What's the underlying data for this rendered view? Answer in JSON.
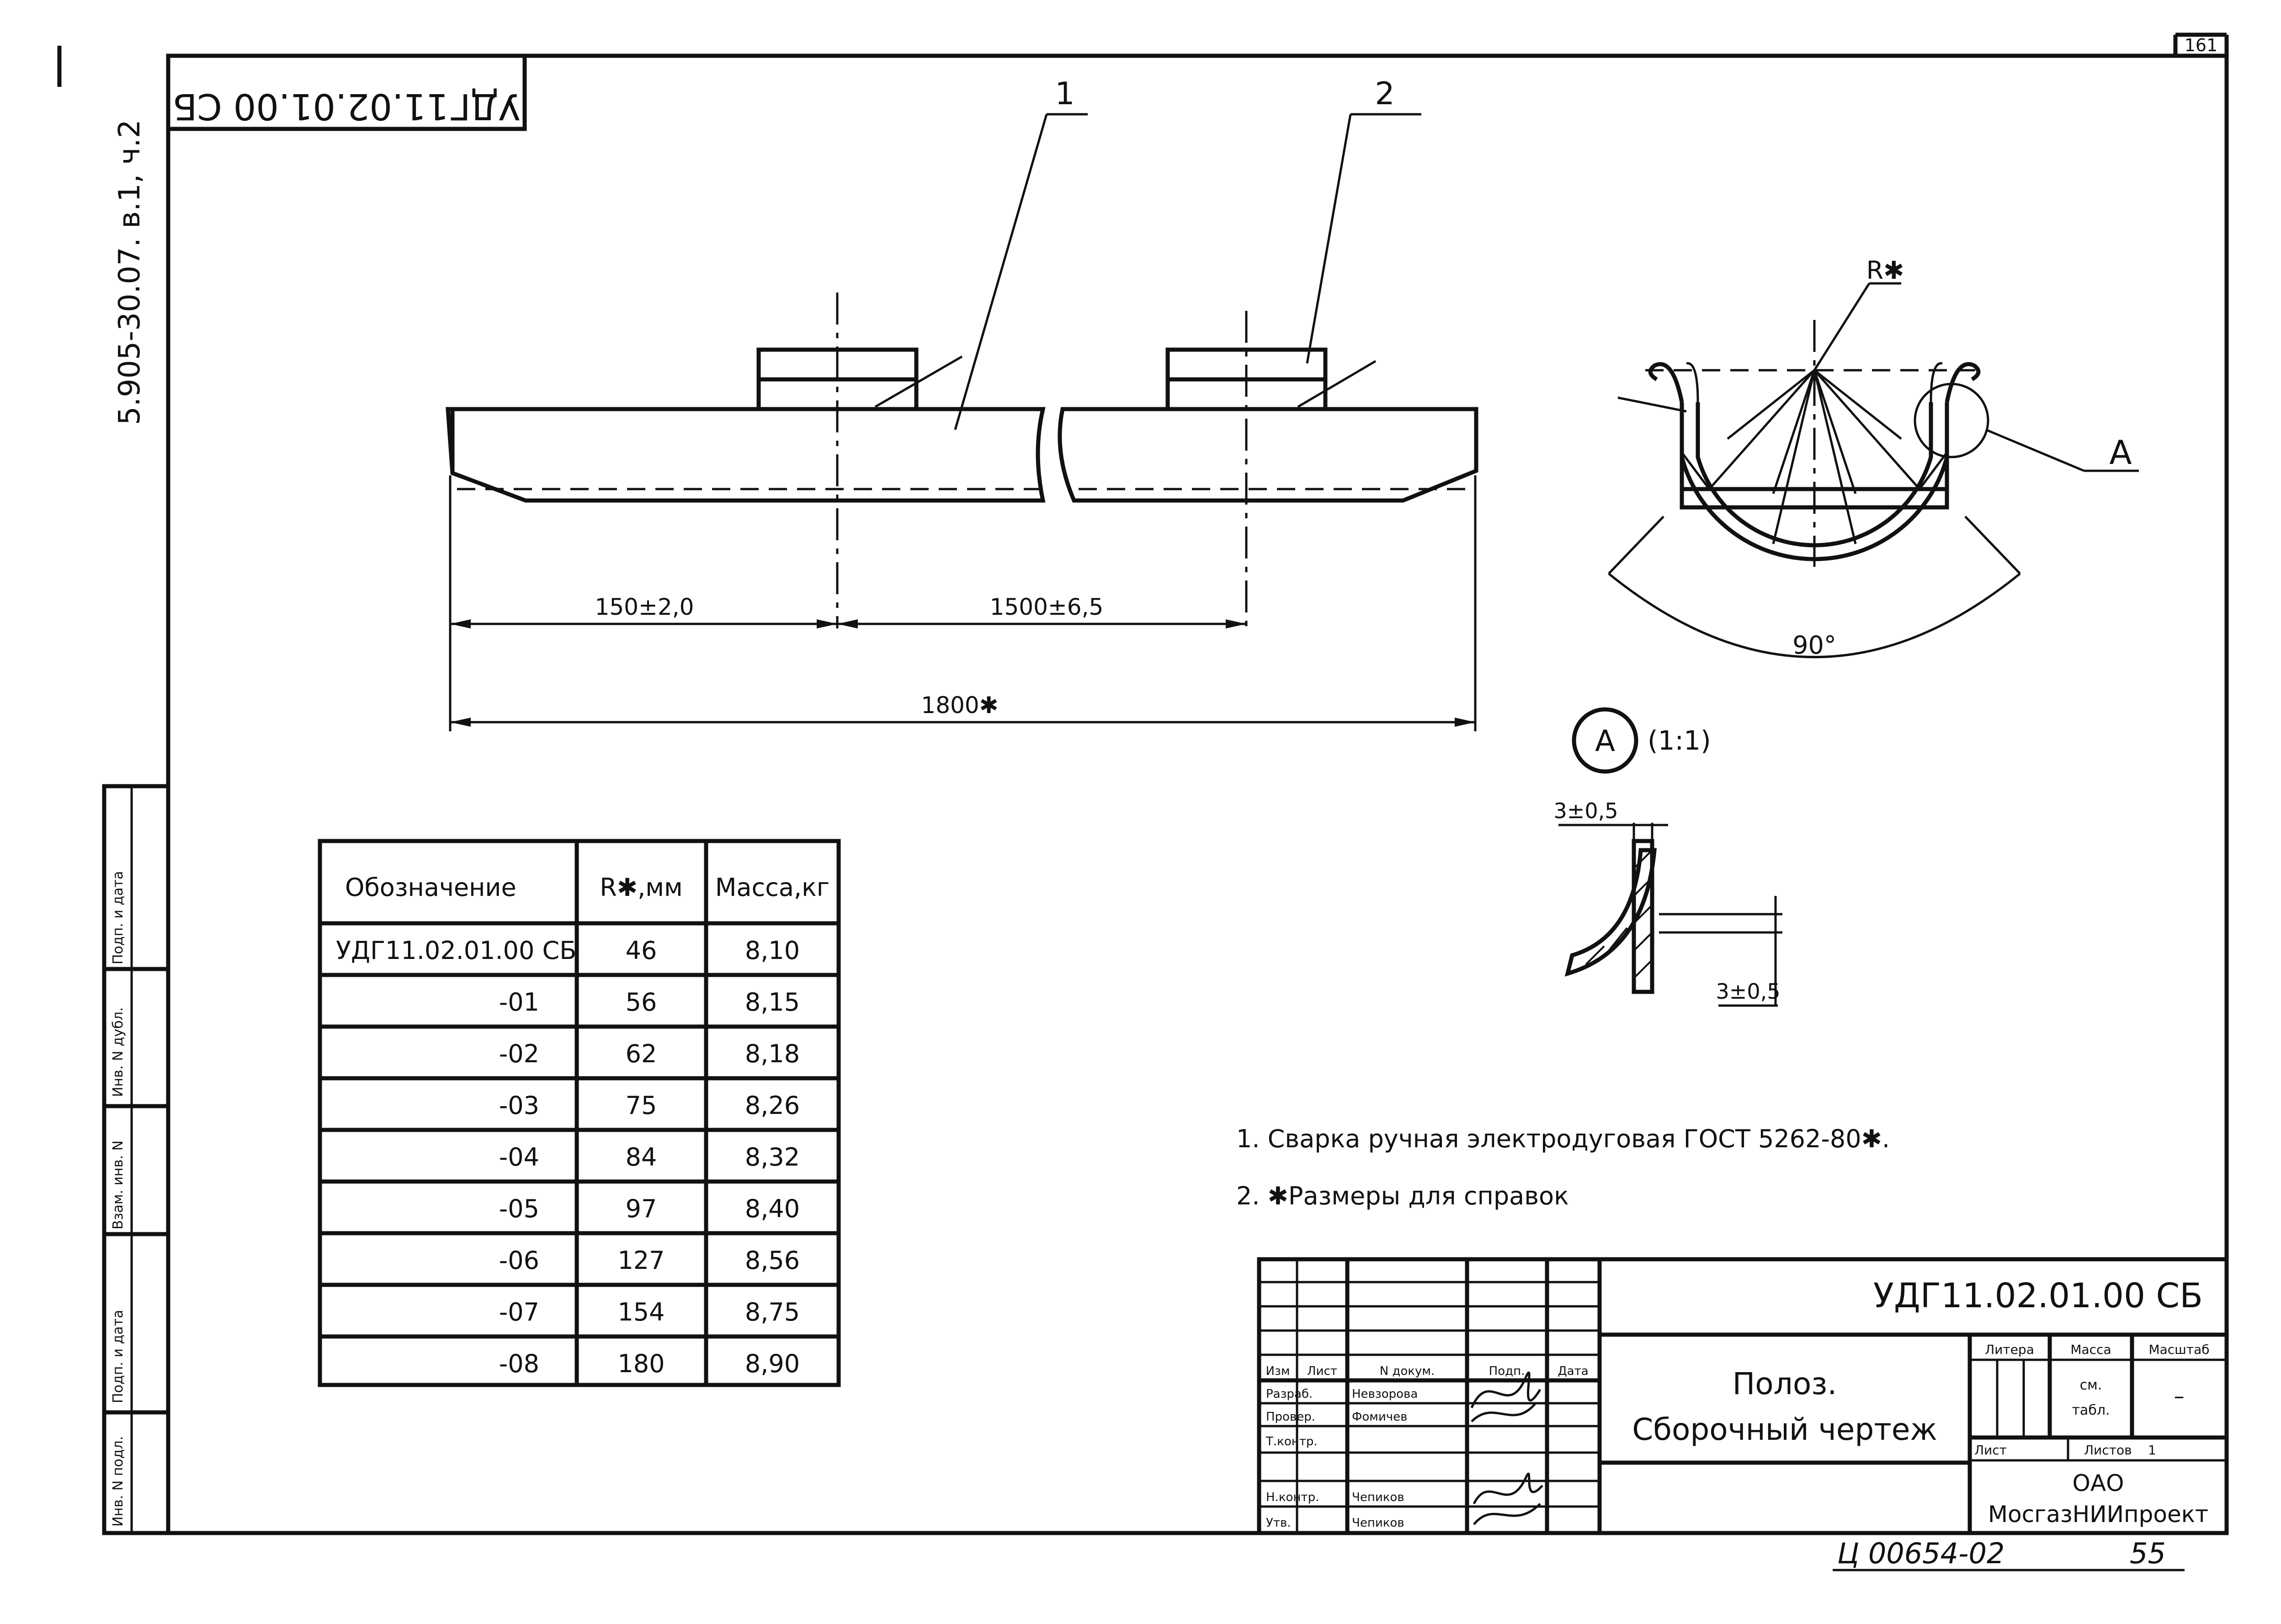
{
  "sheet": {
    "page_number": "161",
    "stamp_code": "УДГ11.02.01.00 СБ",
    "series_code": "5.905-30.07. в.1, ч.2",
    "archive_number": "Ц 00654-02",
    "archive_page": "55"
  },
  "callouts": {
    "part1": "1",
    "part2": "2",
    "radius": "R✱",
    "detail_a": "А"
  },
  "dimensions": {
    "d150": "150±2,0",
    "d1500": "1500±6,5",
    "d1800": "1800✱",
    "angle": "90°",
    "gap_top": "3±0,5",
    "gap_bottom": "3±0,5"
  },
  "detail": {
    "letter": "А",
    "scale": "(1:1)"
  },
  "variants_table": {
    "headers": [
      "Обозначение",
      "R✱,мм",
      "Масса,кг"
    ],
    "rows": [
      [
        "УДГ11.02.01.00 СБ",
        "46",
        "8,10"
      ],
      [
        "-01",
        "56",
        "8,15"
      ],
      [
        "-02",
        "62",
        "8,18"
      ],
      [
        "-03",
        "75",
        "8,26"
      ],
      [
        "-04",
        "84",
        "8,32"
      ],
      [
        "-05",
        "97",
        "8,40"
      ],
      [
        "-06",
        "127",
        "8,56"
      ],
      [
        "-07",
        "154",
        "8,75"
      ],
      [
        "-08",
        "180",
        "8,90"
      ]
    ]
  },
  "notes": [
    "1. Сварка ручная электродуговая ГОСТ 5262-80✱.",
    "2. ✱Размеры для справок"
  ],
  "side_strip": [
    "Подп. и дата",
    "Инв. N дубл.",
    "Взам. инв. N",
    "Подп. и дата",
    "Инв. N подл."
  ],
  "title_block": {
    "designation": "УДГ11.02.01.00 СБ",
    "name_line1": "Полоз.",
    "name_line2": "Сборочный чертеж",
    "col_headers": [
      "Изм",
      "Лист",
      "N докум.",
      "Подп.",
      "Дата"
    ],
    "roles": [
      {
        "role": "Разраб.",
        "name": "Невзорова"
      },
      {
        "role": "Провер.",
        "name": "Фомичев"
      },
      {
        "role": "Т.контр.",
        "name": ""
      },
      {
        "role": "",
        "name": ""
      },
      {
        "role": "Н.контр.",
        "name": "Чепиков"
      },
      {
        "role": "Утв.",
        "name": "Чепиков"
      }
    ],
    "letter_label": "Литера",
    "mass_label": "Масса",
    "scale_label": "Масштаб",
    "mass_value_1": "см.",
    "mass_value_2": "табл.",
    "scale_value": "–",
    "sheet_label": "Лист",
    "sheets_label": "Листов",
    "sheets_value": "1",
    "org_line1": "ОАО",
    "org_line2": "МосгазНИИпроект"
  }
}
